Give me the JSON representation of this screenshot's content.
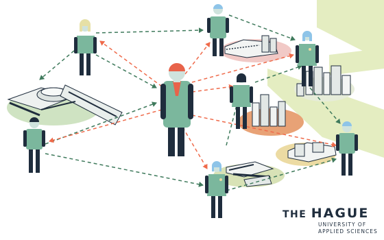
{
  "colors": {
    "green_arrow": "#3f7a5c",
    "orange_arrow": "#ef6a4a",
    "person_dark": "#1f2d3d",
    "shirt_green": "#7bb79d",
    "background_shape": "#e4edc1",
    "skin_light": "#cfe3dd",
    "hair_orange": "#e8634a",
    "hair_blond": "#e6e0a6",
    "hair_blue": "#8ec4e8"
  },
  "logo": {
    "line1_prefix": "THE ",
    "line1_main": "HAGUE",
    "line2": "UNIVERSITY OF",
    "line3": "APPLIED SCIENCES"
  }
}
